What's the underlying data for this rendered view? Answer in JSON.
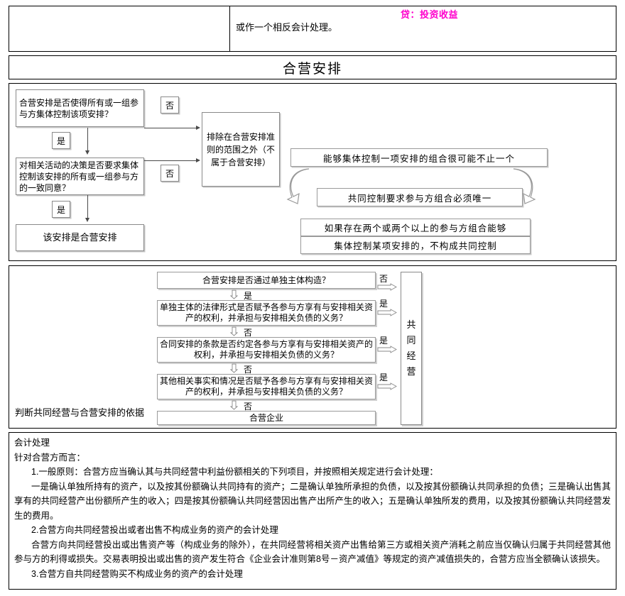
{
  "credit_entry": {
    "credit_line": "贷：投资收益",
    "note_line": "或作一个相反会计处理。"
  },
  "title": "合营安排",
  "flow1": {
    "q1": "合营安排是否使得所有或一组参与方集体控制该项安排？",
    "q1_no": "否",
    "q1_yes": "是",
    "q2": "对相关活动的决策是否要求集体控制该安排的所有或一组参与方的一致同意？",
    "q2_no": "否",
    "q2_yes": "是",
    "exclude": "排除在合营安排准则的范围之外（不属于合营安排）",
    "result": "该安排是合营安排",
    "note1": "能够集体控制一项安排的组合很可能不止一个",
    "note2": "共同控制要求参与方组合必须唯一",
    "note3_line1": "如果存在两个或两个以上的参与方组合能够",
    "note3_line2": "集体控制某项安排的，不构成共同控制"
  },
  "flow2": {
    "caption": "判断共同经营与合营安排的依据",
    "steps": [
      {
        "text": "合营安排是否通过单独主体构造？",
        "side_label": "否",
        "down_label": "是"
      },
      {
        "text": "单独主体的法律形式是否赋予各参与方享有与安排相关资产的权利，并承担与安排相关负债的义务？",
        "side_label": "是",
        "down_label": "否"
      },
      {
        "text": "合同安排的条款是否约定各参与方享有与安排相关资产的权利，并承担与安排相关负债的义务？",
        "side_label": "是",
        "down_label": "否"
      },
      {
        "text": "其他相关事实和情况是否赋予各参与方享有与安排相关资产的权利，并承担与安排相关负债的义务？",
        "side_label": "是",
        "down_label": "否"
      }
    ],
    "final_box": "合营企业",
    "result_chars": [
      "共",
      "同",
      "经",
      "营"
    ]
  },
  "accounting": {
    "heading": "会计处理",
    "subheading": "针对合营方而言：",
    "para1": "1.一般原则：合营方应当确认其与共同经营中利益份额相关的下列项目，并按照相关规定进行会计处理：",
    "para2": "一是确认单独所持有的资产，以及按其份额确认共同持有的资产；二是确认单独所承担的负债，以及按其份额确认共同承担的负债；三是确认出售其享有的共同经营产出份额所产生的收入；四是按其份额确认共同经营因出售产出所产生的收入；五是确认单独所发的费用，以及按其份额确认共同经营发生的费用。",
    "para3": "2.合营方向共同经营投出或者出售不构成业务的资产的会计处理",
    "para4": "合营方向共同经营投出或出售资产等（构成业务的除外），在共同经营将相关资产出售给第三方或相关资产消耗之前应当仅确认归属于共同经营其他参与方的利得或损失。交易表明投出或出售的资产发生符合《企业会计准则第8号－资产减值》等规定的资产减值损失的，合营方应当全额确认该损失。",
    "para5": "3.合营方自共同经营购买不构成业务的资产的会计处理"
  },
  "colors": {
    "credit_accent": "#ff00cc",
    "frame": "#000000",
    "box_border": "#8a8a8a",
    "box_shadow": "#c9c9c9"
  }
}
